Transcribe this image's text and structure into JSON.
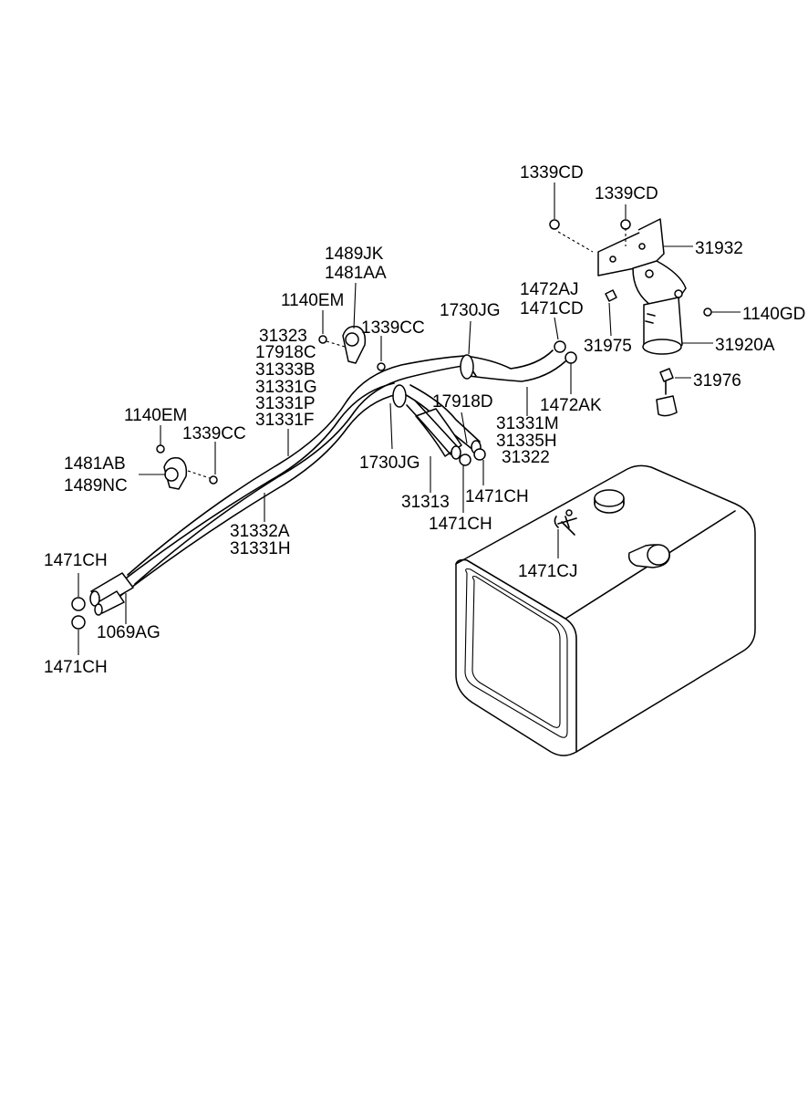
{
  "diagram": {
    "labels": [
      {
        "id": "l01",
        "text": "1339CD"
      },
      {
        "id": "l02",
        "text": "1339CD"
      },
      {
        "id": "l03",
        "text": "31932"
      },
      {
        "id": "l04",
        "text": "1489JK"
      },
      {
        "id": "l05",
        "text": "1481AA"
      },
      {
        "id": "l06",
        "text": "1140EM"
      },
      {
        "id": "l07",
        "text": "1472AJ"
      },
      {
        "id": "l08",
        "text": "1471CD"
      },
      {
        "id": "l09",
        "text": "1140GD"
      },
      {
        "id": "l10",
        "text": "1730JG"
      },
      {
        "id": "l11",
        "text": "31323"
      },
      {
        "id": "l12",
        "text": "1339CC"
      },
      {
        "id": "l13",
        "text": "31975"
      },
      {
        "id": "l14",
        "text": "31920A"
      },
      {
        "id": "l15",
        "text": "17918C"
      },
      {
        "id": "l16",
        "text": "31333B"
      },
      {
        "id": "l17",
        "text": "31331G"
      },
      {
        "id": "l18",
        "text": "31331P"
      },
      {
        "id": "l19",
        "text": "31331F"
      },
      {
        "id": "l20",
        "text": "31976"
      },
      {
        "id": "l21",
        "text": "17918D"
      },
      {
        "id": "l22",
        "text": "1472AK"
      },
      {
        "id": "l23",
        "text": "1140EM"
      },
      {
        "id": "l24",
        "text": "31331M"
      },
      {
        "id": "l25",
        "text": "31335H"
      },
      {
        "id": "l26",
        "text": "1339CC"
      },
      {
        "id": "l27",
        "text": "31322"
      },
      {
        "id": "l28",
        "text": "1481AB"
      },
      {
        "id": "l29",
        "text": "1730JG"
      },
      {
        "id": "l30",
        "text": "1489NC"
      },
      {
        "id": "l31",
        "text": "31313"
      },
      {
        "id": "l32",
        "text": "1471CH"
      },
      {
        "id": "l33",
        "text": "1471CH"
      },
      {
        "id": "l34",
        "text": "31332A"
      },
      {
        "id": "l35",
        "text": "31331H"
      },
      {
        "id": "l36",
        "text": "1471CH"
      },
      {
        "id": "l37",
        "text": "1471CJ"
      },
      {
        "id": "l38",
        "text": "1069AG"
      },
      {
        "id": "l39",
        "text": "1471CH"
      }
    ]
  }
}
